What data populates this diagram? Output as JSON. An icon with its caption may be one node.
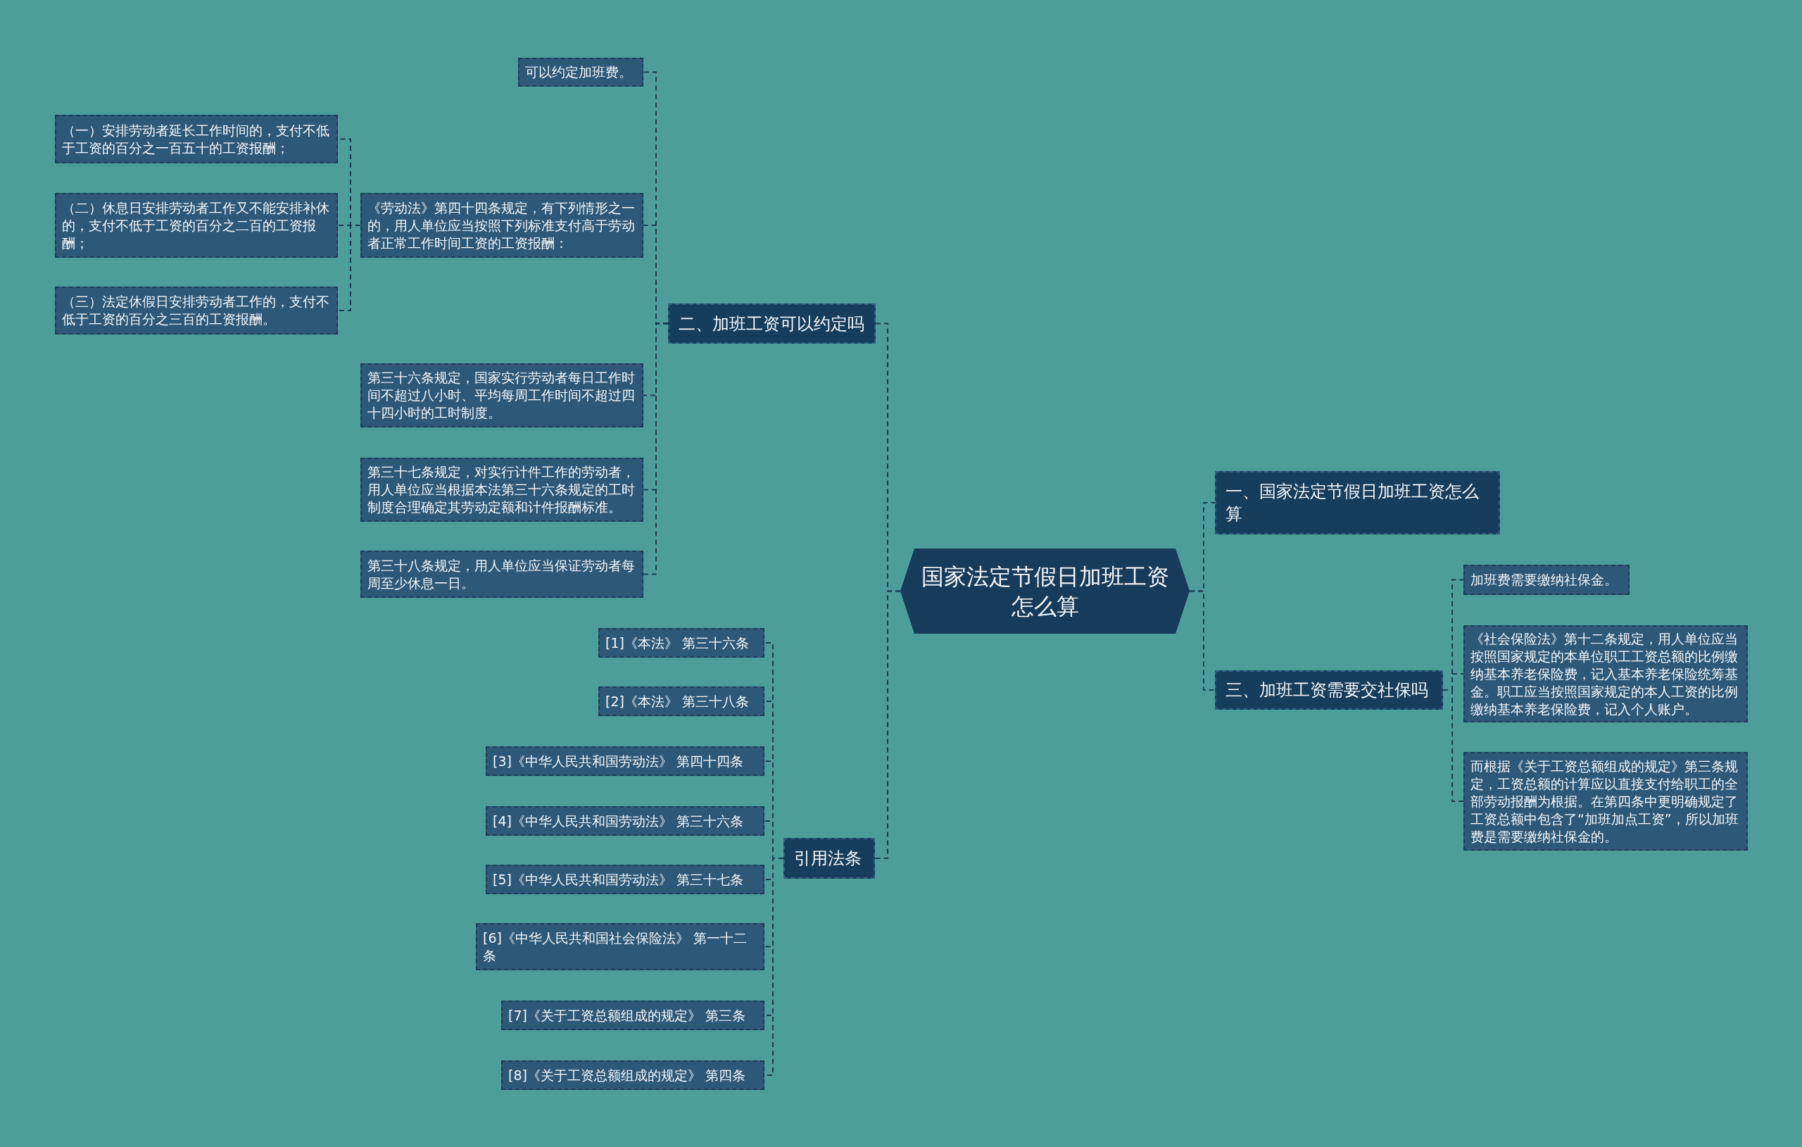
{
  "diagram": {
    "nodes": [
      {
        "text": [
          "国家法定节假日加班工资怎么算"
        ]
      },
      {
        "text": [
          "二、加班工资可以约定吗"
        ]
      },
      {
        "text": [
          "可以约定加班费。"
        ]
      },
      {
        "text": [
          "《劳动法》第四十四条规定，有下列情形之一的，用人单位应当按照下列标准支付高于劳动者正常工作时间工资的工资报酬："
        ]
      },
      {
        "text": [
          "（一）安排劳动者延长工作时间的，支付不低于工资的百分之一百五十的工资报酬；"
        ]
      },
      {
        "text": [
          "（二）休息日安排劳动者工作又不能安排补休的，支付不低于工资的百分之二百的工资报酬；"
        ]
      },
      {
        "text": [
          "（三）法定休假日安排劳动者工作的，支付不低于工资的百分之三百的工资报酬。"
        ]
      },
      {
        "text": [
          "第三十六条规定，国家实行劳动者每日工作时间不超过八小时、平均每周工作时间不超过四十四小时的工时制度。"
        ]
      },
      {
        "text": [
          "第三十七条规定，对实行计件工作的劳动者，用人单位应当根据本法第三十六条规定的工时制度合理确定其劳动定额和计件报酬标准。"
        ]
      },
      {
        "text": [
          "第三十八条规定，用人单位应当保证劳动者每周至少休息一日。"
        ]
      },
      {
        "text": [
          "引用法条"
        ]
      },
      {
        "text": [
          "[1]《本法》 第三十六条"
        ]
      },
      {
        "text": [
          "[2]《本法》 第三十八条"
        ]
      },
      {
        "text": [
          "[3]《中华人民共和国劳动法》 第四十四条"
        ]
      },
      {
        "text": [
          "[4]《中华人民共和国劳动法》 第三十六条"
        ]
      },
      {
        "text": [
          "[5]《中华人民共和国劳动法》 第三十七条"
        ]
      },
      {
        "text": [
          "[6]《中华人民共和国社会保险法》 第一十二条"
        ]
      },
      {
        "text": [
          "[7]《关于工资总额组成的规定》 第三条"
        ]
      },
      {
        "text": [
          "[8]《关于工资总额组成的规定》 第四条"
        ]
      },
      {
        "text": [
          "一、国家法定节假日加班工资怎么算"
        ]
      },
      {
        "text": [
          "三、加班工资需要交社保吗"
        ]
      },
      {
        "text": [
          "加班费需要缴纳社保金。"
        ]
      },
      {
        "text": [
          "《社会保险法》第十二条规定，用人单位应当按照国家规定的本单位职工工资总额的比例缴纳基本养老保险费，记入基本养老保险统筹基金。职工应当按照国家规定的本人工资的比例缴纳基本养老保险费，记入个人账户。"
        ]
      },
      {
        "text": [
          "而根据《关于工资总额组成的规定》第三条规定，工资总额的计算应以直接支付给职工的全部劳动报酬为根据。在第四条中更明确规定了工资总额中包含了“加班加点工资”，所以加班费是需要缴纳社保金的。"
        ]
      }
    ],
    "edges": [
      {
        "from": 0,
        "to": 1,
        "arrow": "none",
        "style": "dashed"
      },
      {
        "from": 0,
        "to": 10,
        "arrow": "none",
        "style": "dashed"
      },
      {
        "from": 0,
        "to": 19,
        "arrow": "none",
        "style": "dashed"
      },
      {
        "from": 0,
        "to": 20,
        "arrow": "none",
        "style": "dashed"
      },
      {
        "from": 1,
        "to": 2,
        "arrow": "none",
        "style": "dashed"
      },
      {
        "from": 1,
        "to": 3,
        "arrow": "none",
        "style": "dashed"
      },
      {
        "from": 1,
        "to": 7,
        "arrow": "none",
        "style": "dashed"
      },
      {
        "from": 1,
        "to": 8,
        "arrow": "none",
        "style": "dashed"
      },
      {
        "from": 1,
        "to": 9,
        "arrow": "none",
        "style": "dashed"
      },
      {
        "from": 3,
        "to": 4,
        "arrow": "none",
        "style": "dashed"
      },
      {
        "from": 3,
        "to": 5,
        "arrow": "none",
        "style": "dashed"
      },
      {
        "from": 3,
        "to": 6,
        "arrow": "none",
        "style": "dashed"
      },
      {
        "from": 10,
        "to": 11,
        "arrow": "none",
        "style": "dashed"
      },
      {
        "from": 10,
        "to": 12,
        "arrow": "none",
        "style": "dashed"
      },
      {
        "from": 10,
        "to": 13,
        "arrow": "none",
        "style": "dashed"
      },
      {
        "from": 10,
        "to": 14,
        "arrow": "none",
        "style": "dashed"
      },
      {
        "from": 10,
        "to": 15,
        "arrow": "none",
        "style": "dashed"
      },
      {
        "from": 10,
        "to": 16,
        "arrow": "none",
        "style": "dashed"
      },
      {
        "from": 10,
        "to": 17,
        "arrow": "none",
        "style": "dashed"
      },
      {
        "from": 10,
        "to": 18,
        "arrow": "none",
        "style": "dashed"
      },
      {
        "from": 20,
        "to": 21,
        "arrow": "none",
        "style": "dashed"
      },
      {
        "from": 20,
        "to": 22,
        "arrow": "none",
        "style": "dashed"
      },
      {
        "from": 20,
        "to": 23,
        "arrow": "none",
        "style": "dashed"
      }
    ]
  }
}
